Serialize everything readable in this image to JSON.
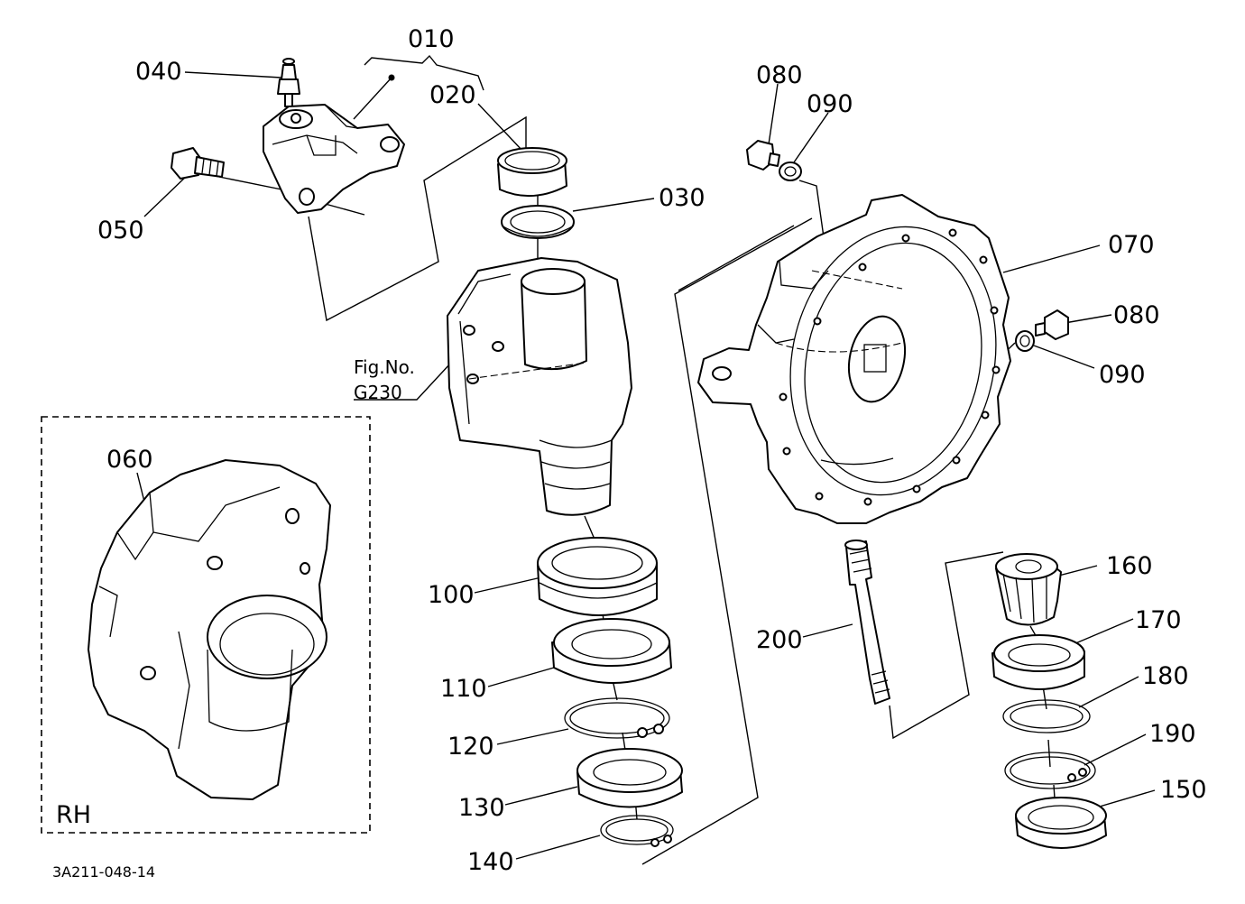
{
  "diagram": {
    "callouts": [
      "010",
      "020",
      "030",
      "040",
      "050",
      "060",
      "070",
      "080",
      "090",
      "080",
      "090",
      "100",
      "110",
      "120",
      "130",
      "140",
      "150",
      "160",
      "170",
      "180",
      "190",
      "200"
    ],
    "reference": {
      "line1": "Fig.No.",
      "line2": "G230"
    },
    "inset_label": "RH",
    "drawing_number": "3A211-048-14"
  }
}
